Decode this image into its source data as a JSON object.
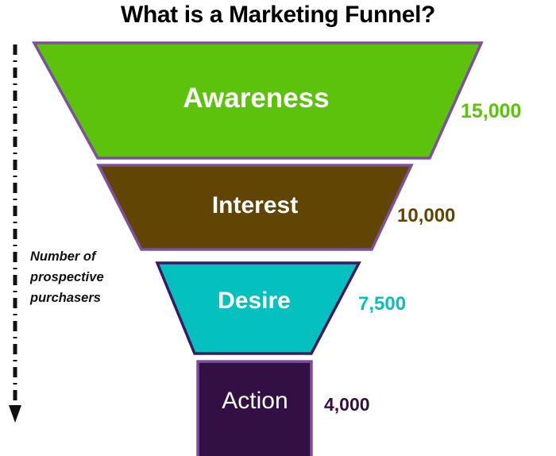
{
  "title": "What is a Marketing Funnel?",
  "axis": {
    "note": "Number of prospective purchasers",
    "direction_icon": "down-arrow-icon",
    "line_style": "dash-dot"
  },
  "colors": {
    "awareness": "#5CC20B",
    "interest": "#614504",
    "desire": "#04C0BE",
    "action": "#331044",
    "outline": "#8B5CAB",
    "title": "#000000",
    "background": "#FFFFFF"
  },
  "chart_data": {
    "type": "funnel",
    "title": "What is a Marketing Funnel?",
    "xlabel": "",
    "ylabel": "Number of prospective purchasers",
    "categories": [
      "Awareness",
      "Interest",
      "Desire",
      "Action"
    ],
    "values": [
      15000,
      10000,
      7500,
      4000
    ],
    "value_labels": [
      "15,000",
      "10,000",
      "7,500",
      "4,000"
    ],
    "colors": [
      "#5CC20B",
      "#614504",
      "#04C0BE",
      "#331044"
    ],
    "legend": "none",
    "grid": false
  },
  "funnel": {
    "stages": [
      {
        "name": "awareness",
        "label": "Awareness",
        "value_label": "15,000",
        "value": 15000,
        "fill": "#5CC20B"
      },
      {
        "name": "interest",
        "label": "Interest",
        "value_label": "10,000",
        "value": 10000,
        "fill": "#614504"
      },
      {
        "name": "desire",
        "label": "Desire",
        "value_label": "7,500",
        "value": 7500,
        "fill": "#04C0BE"
      },
      {
        "name": "action",
        "label": "Action",
        "value_label": "4,000",
        "value": 4000,
        "fill": "#331044"
      }
    ]
  }
}
